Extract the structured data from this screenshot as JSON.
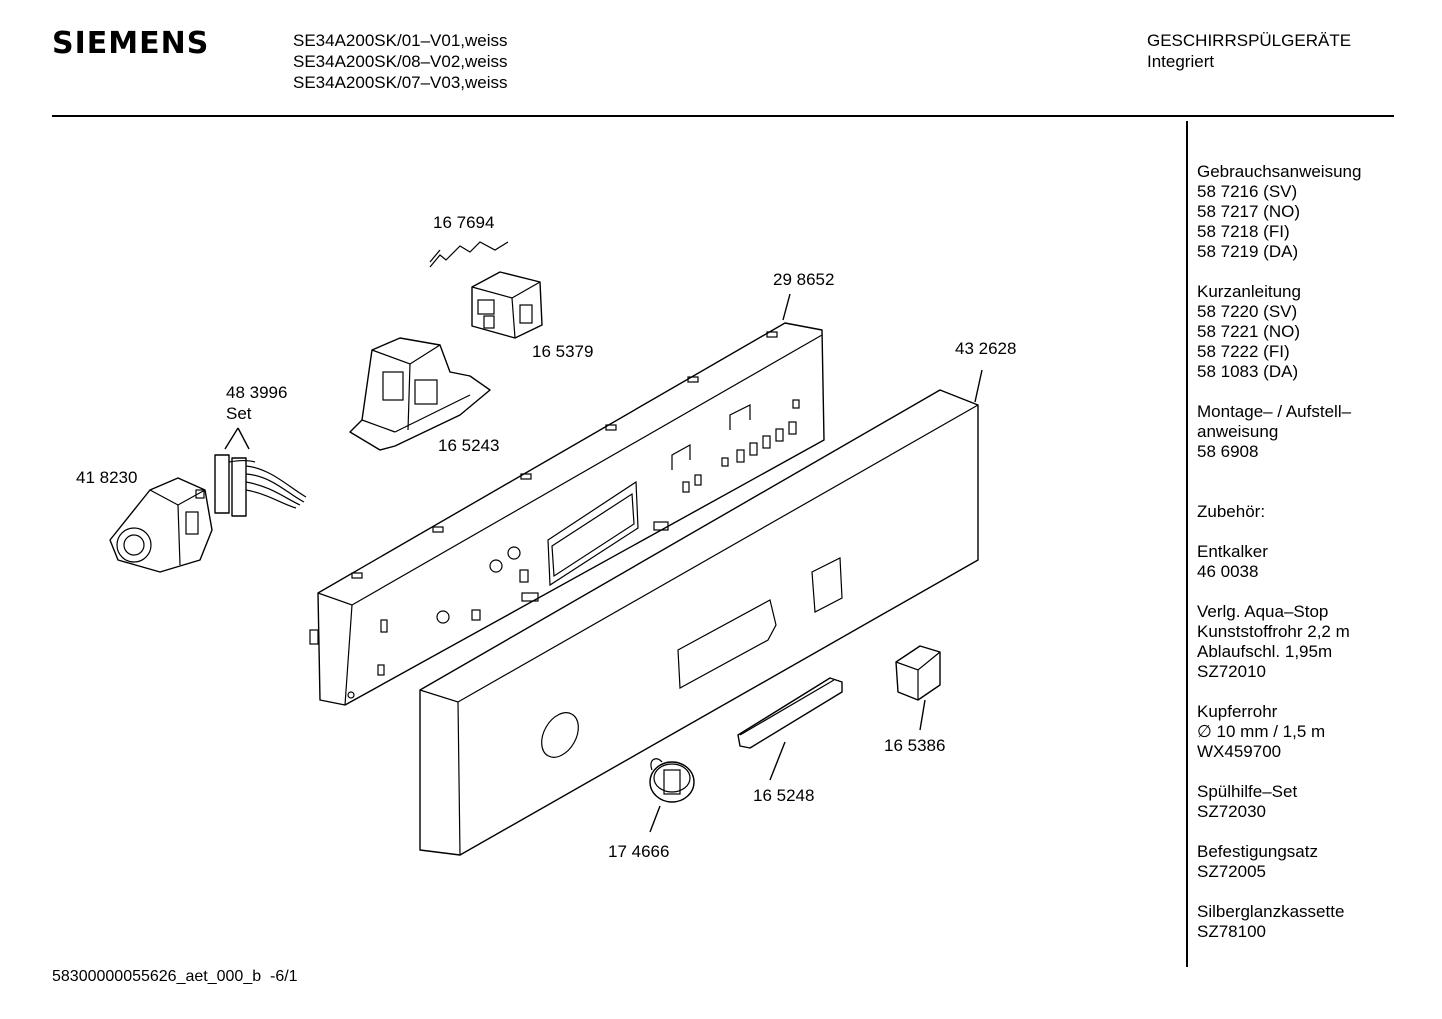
{
  "header": {
    "brand": "SIEMENS",
    "models": [
      "SE34A200SK/01–V01,weiss",
      "SE34A200SK/08–V02,weiss",
      "SE34A200SK/07–V03,weiss"
    ],
    "category": "GESCHIRRSPÜLGERÄTE",
    "subcategory": "Integriert"
  },
  "parts": {
    "p167694": "16 7694",
    "p298652": "29 8652",
    "p165379": "16 5379",
    "p432628": "43 2628",
    "p483996": "48 3996",
    "p483996_set": "Set",
    "p418230": "41 8230",
    "p165243": "16 5243",
    "p165386": "16 5386",
    "p165248": "16 5248",
    "p174666": "17 4666"
  },
  "sidebar": {
    "manual": {
      "title": "Gebrauchsanweisung",
      "items": [
        "58 7216 (SV)",
        "58 7217 (NO)",
        "58 7218 (FI)",
        "58 7219 (DA)"
      ]
    },
    "short_guide": {
      "title": "Kurzanleitung",
      "items": [
        "58 7220 (SV)",
        "58 7221 (NO)",
        "58 7222 (FI)",
        "58 1083 (DA)"
      ]
    },
    "install": {
      "line1": "Montage– / Aufstell–",
      "line2": "anweisung",
      "number": "58 6908"
    },
    "accessories_title": "Zubehör:",
    "descaler": {
      "title": "Entkalker",
      "number": "46 0038"
    },
    "aquastop": {
      "line1": "Verlg. Aqua–Stop",
      "line2": "Kunststoffrohr 2,2 m",
      "line3": "Ablaufschl. 1,95m",
      "number": "SZ72010"
    },
    "copper": {
      "title": "Kupferrohr",
      "line2": "∅ 10 mm / 1,5 m",
      "number": "WX459700"
    },
    "rinse": {
      "title": "Spülhilfe–Set",
      "number": "SZ72030"
    },
    "mounting": {
      "title": "Befestigungsatz",
      "number": "SZ72005"
    },
    "silver": {
      "title": "Silberglanzkassette",
      "number": "SZ78100"
    }
  },
  "footer": {
    "code": "58300000055626_aet_000_b  -6/1"
  }
}
